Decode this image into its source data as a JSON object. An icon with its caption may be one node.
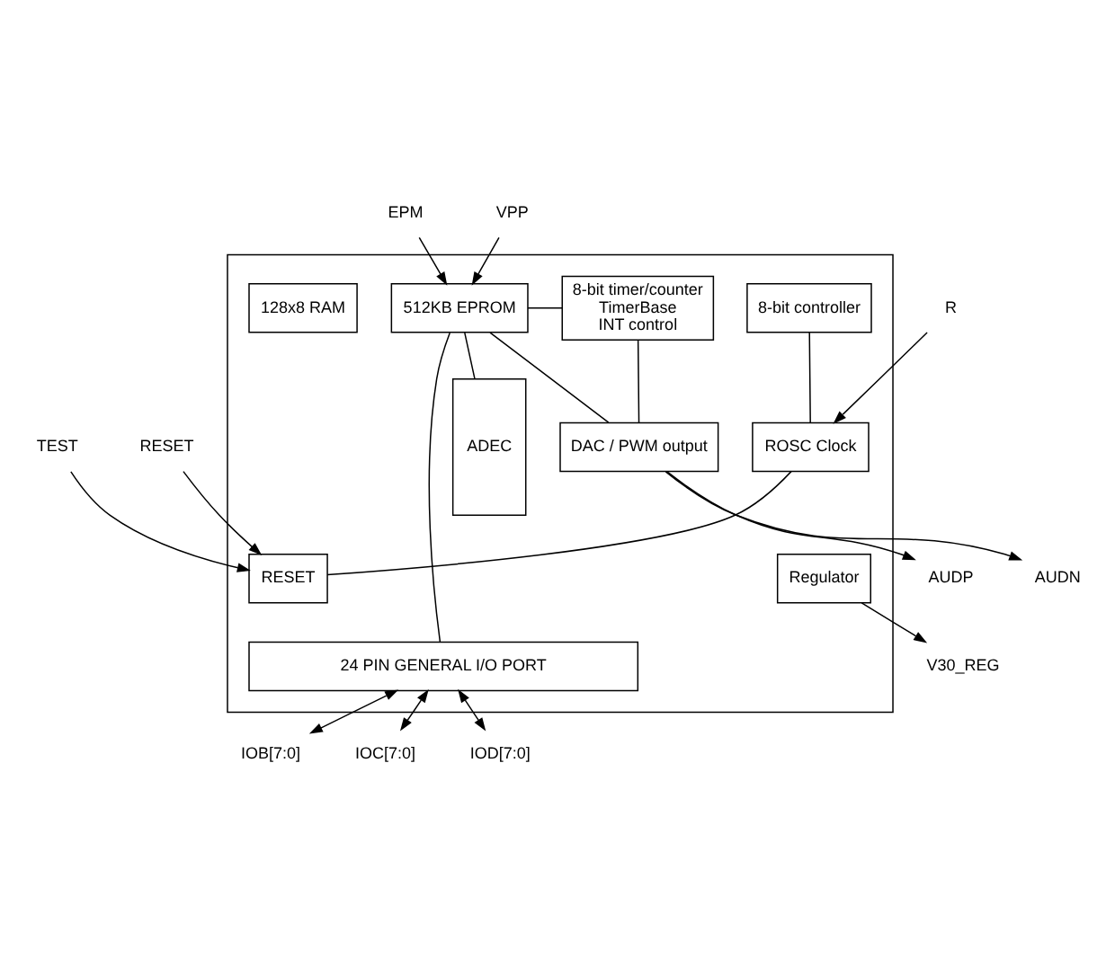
{
  "diagram": {
    "nodes": [
      {
        "text": [],
        "shape": "box"
      },
      {
        "text": [
          "8-bit controller"
        ],
        "in": 0
      },
      {
        "text": [
          "512KB EPROM"
        ],
        "in": 0
      },
      {
        "text": [
          "128x8 RAM"
        ],
        "in": 0
      },
      {
        "text": [
          "8-bit timer/counter",
          "TimerBase",
          "INT control"
        ],
        "in": 0
      },
      {
        "text": [
          "ROSC Clock"
        ],
        "in": 0
      },
      {
        "text": [
          "RESET"
        ],
        "in": 0
      },
      {
        "text": [
          "ADEC"
        ],
        "in": 0
      },
      {
        "text": [
          "DAC / PWM output"
        ],
        "in": 0
      },
      {
        "text": [
          "Regulator"
        ],
        "in": 0
      },
      {
        "text": [
          "24 PIN GENERAL I/O PORT"
        ],
        "in": 0
      },
      {
        "text": [
          "EPM"
        ]
      },
      {
        "text": [
          "VPP"
        ]
      },
      {
        "text": [
          "R"
        ]
      },
      {
        "text": [
          "TEST"
        ]
      },
      {
        "text": [
          "RESET"
        ]
      },
      {
        "text": [
          "AUDP"
        ]
      },
      {
        "text": [
          "AUDN"
        ]
      },
      {
        "text": [
          "V30_REG"
        ]
      },
      {
        "text": [
          "IOB[7:0]"
        ]
      },
      {
        "text": [
          "IOC[7:0]"
        ]
      },
      {
        "text": [
          "IOD[7:0]"
        ]
      }
    ],
    "edges": [
      {
        "from": 11,
        "to": 2,
        "arrow": "to"
      },
      {
        "from": 12,
        "to": 2,
        "arrow": "to"
      },
      {
        "from": 2,
        "to": 4,
        "arrow": "none"
      },
      {
        "from": 2,
        "to": 7,
        "arrow": "none"
      },
      {
        "from": 2,
        "to": 8,
        "arrow": "none"
      },
      {
        "from": 2,
        "to": 10,
        "arrow": "none"
      },
      {
        "from": 1,
        "to": 5,
        "arrow": "none"
      },
      {
        "from": 13,
        "to": 5,
        "arrow": "to"
      },
      {
        "from": 5,
        "to": 6,
        "arrow": "none"
      },
      {
        "from": 14,
        "to": 6,
        "arrow": "to"
      },
      {
        "from": 15,
        "to": 6,
        "arrow": "to"
      },
      {
        "from": 4,
        "to": 8,
        "arrow": "none"
      },
      {
        "from": 8,
        "to": 16,
        "arrow": "to"
      },
      {
        "from": 8,
        "to": 17,
        "arrow": "to"
      },
      {
        "from": 9,
        "to": 18,
        "arrow": "to"
      },
      {
        "from": 19,
        "to": 10,
        "arrow": "both"
      },
      {
        "from": 20,
        "to": 10,
        "arrow": "both"
      },
      {
        "from": 21,
        "to": 10,
        "arrow": "both"
      }
    ]
  }
}
